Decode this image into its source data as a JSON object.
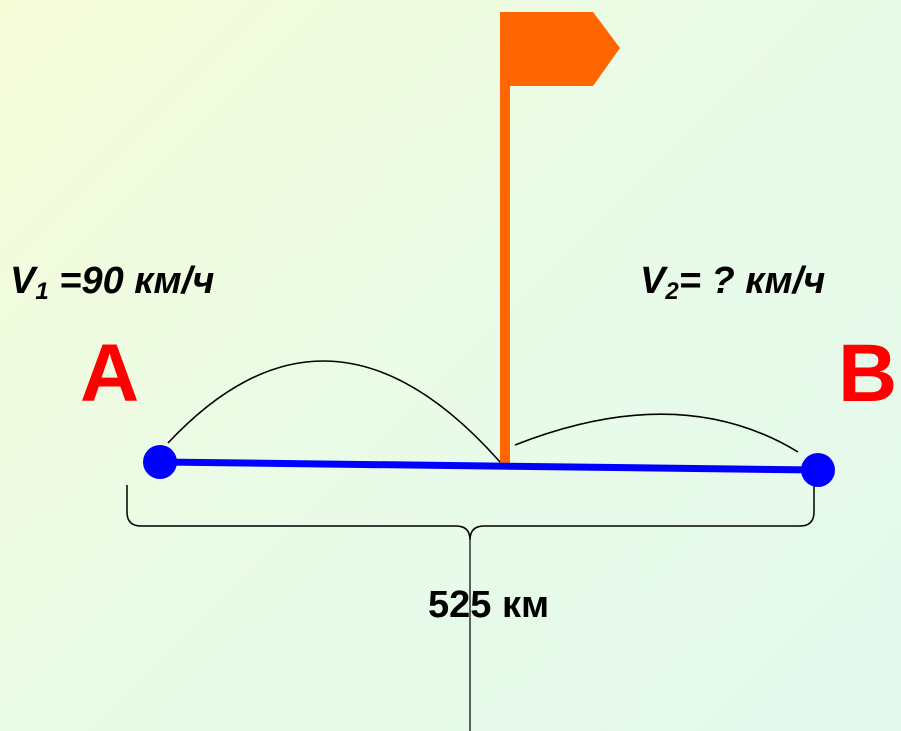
{
  "speed_a": {
    "symbol": "V",
    "subscript": "1",
    "value": "=90 км/ч"
  },
  "speed_b": {
    "symbol": "V",
    "subscript": "2",
    "value": "= ? км/ч"
  },
  "point_a": "A",
  "point_b": "B",
  "distance": "525 км",
  "colors": {
    "road": "#0000ff",
    "points": "#0000ff",
    "flag": "#ff6600",
    "letters": "#ff0000"
  }
}
